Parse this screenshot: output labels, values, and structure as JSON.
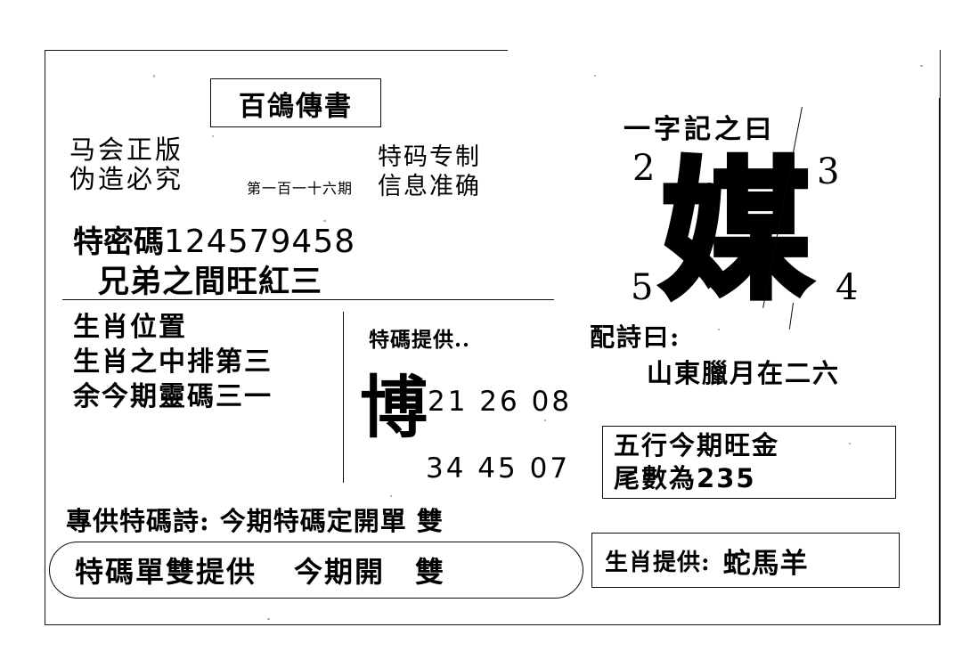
{
  "document": {
    "kind": "scanned-lottery-tip-sheet",
    "title_box": "百鴿傳書",
    "issue": "第一百一十六期"
  },
  "header": {
    "slogan_left_line1": "马会正版",
    "slogan_left_line2": "伪造必究",
    "slogan_right_line1": "特码专制",
    "slogan_right_line2": "信息准确"
  },
  "secret": {
    "label": "特密碼",
    "digits": "124579458",
    "phrase": "兄弟之間旺紅三"
  },
  "zodiac_block": {
    "line1": "生肖位置",
    "line2": "生肖之中排第三",
    "line3": "余今期靈碼三一"
  },
  "special_code": {
    "label": "特碼提供..",
    "brand_char": "博",
    "row1": "21 26 08",
    "row2": "34 45 07"
  },
  "one_word": {
    "heading": "一字記之曰",
    "character": "媒",
    "corner_top_left": "2",
    "corner_top_right": "3",
    "corner_bottom_left": "5",
    "corner_bottom_right": "4"
  },
  "poem": {
    "label": "配詩曰:",
    "line": "山東臘月在二六"
  },
  "wuxing": {
    "line1": "五行今期旺金",
    "line2_label": "尾數為",
    "line2_value": "235"
  },
  "bottom": {
    "poem_line": "專供特碼詩: 今期特碼定開單 雙",
    "odd_even_label": "特碼單雙提供",
    "odd_even_mid": "今期開",
    "odd_even_value": "雙"
  },
  "zodiac_provide": {
    "label": "生肖提供:",
    "value": "蛇馬羊"
  },
  "colors": {
    "ink": "#111111",
    "paper": "#ffffff"
  }
}
